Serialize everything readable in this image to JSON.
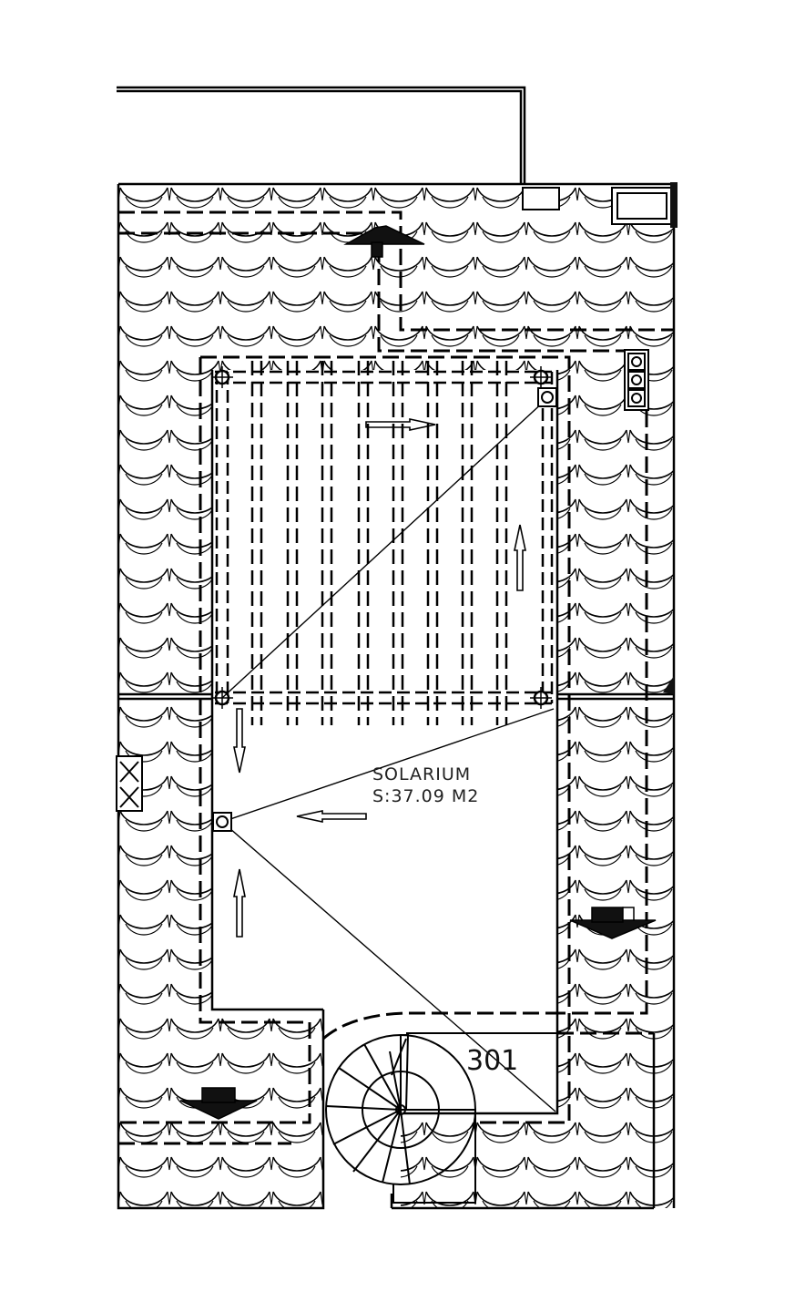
{
  "plan": {
    "room_name": "SOLARIUM",
    "room_area": "S:37.09  M2",
    "room_number": "301"
  },
  "colors": {
    "line": "#000000",
    "background": "#ffffff",
    "fill": "#111111"
  },
  "icons": [
    "slope-arrow",
    "column-post",
    "chimney-vent",
    "spiral-stair",
    "drain-outlet"
  ]
}
